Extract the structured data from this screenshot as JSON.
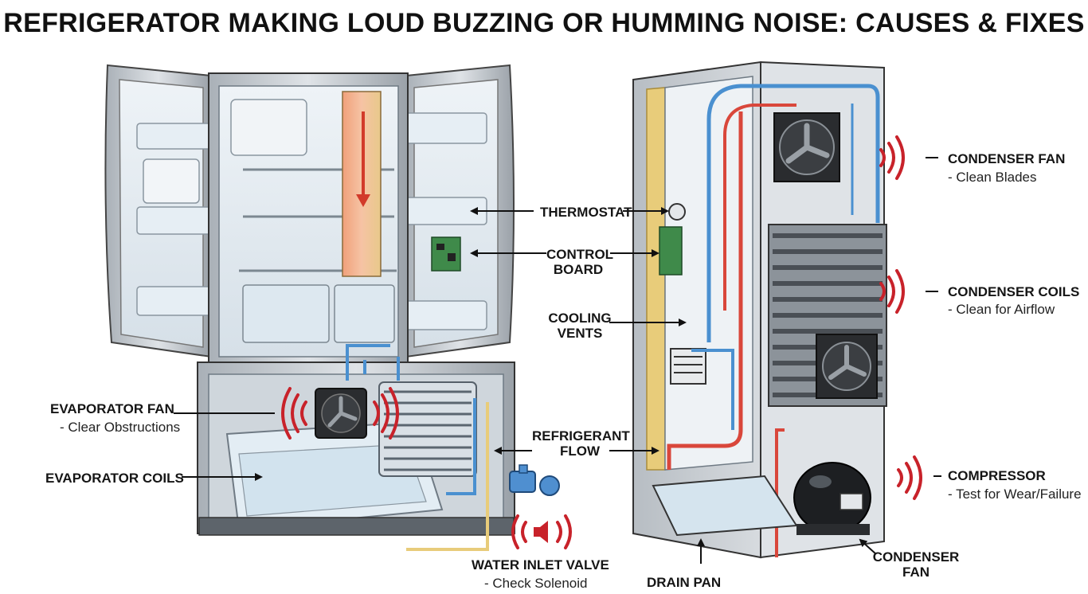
{
  "title": "REFRIGERATOR MAKING LOUD BUZZING OR HUMMING NOISE: CAUSES & FIXES",
  "labels": {
    "thermostat": "THERMOSTAT",
    "control_board_1": "CONTROL",
    "control_board_2": "BOARD",
    "cooling_vents_1": "COOLING",
    "cooling_vents_2": "VENTS",
    "refrigerant_flow_1": "REFRIGERANT",
    "refrigerant_flow_2": "FLOW",
    "evaporator_fan": "EVAPORATOR FAN",
    "evaporator_fan_tip": "- Clear Obstructions",
    "evaporator_coils": "EVAPORATOR COILS",
    "water_inlet_valve": "WATER INLET VALVE",
    "water_inlet_valve_tip": "- Check Solenoid",
    "drain_pan": "DRAIN PAN",
    "condenser_fan_top": "CONDENSER FAN",
    "condenser_fan_top_tip": "- Clean Blades",
    "condenser_coils": "CONDENSER COILS",
    "condenser_coils_tip": "- Clean for Airflow",
    "compressor": "COMPRESSOR",
    "compressor_tip": "- Test for Wear/Failure",
    "condenser_fan_bottom_1": "CONDENSER",
    "condenser_fan_bottom_2": "FAN"
  },
  "colors": {
    "noise_waves": "#c8222a",
    "refrigerant_hot": "#d9473b",
    "refrigerant_cold": "#4a90d0",
    "cabinet": "#c9ced3",
    "insulation": "#e8cc7a"
  },
  "icons": [
    "sound-wave-icon",
    "speaker-icon",
    "fan-icon",
    "flow-arrow-icon"
  ]
}
